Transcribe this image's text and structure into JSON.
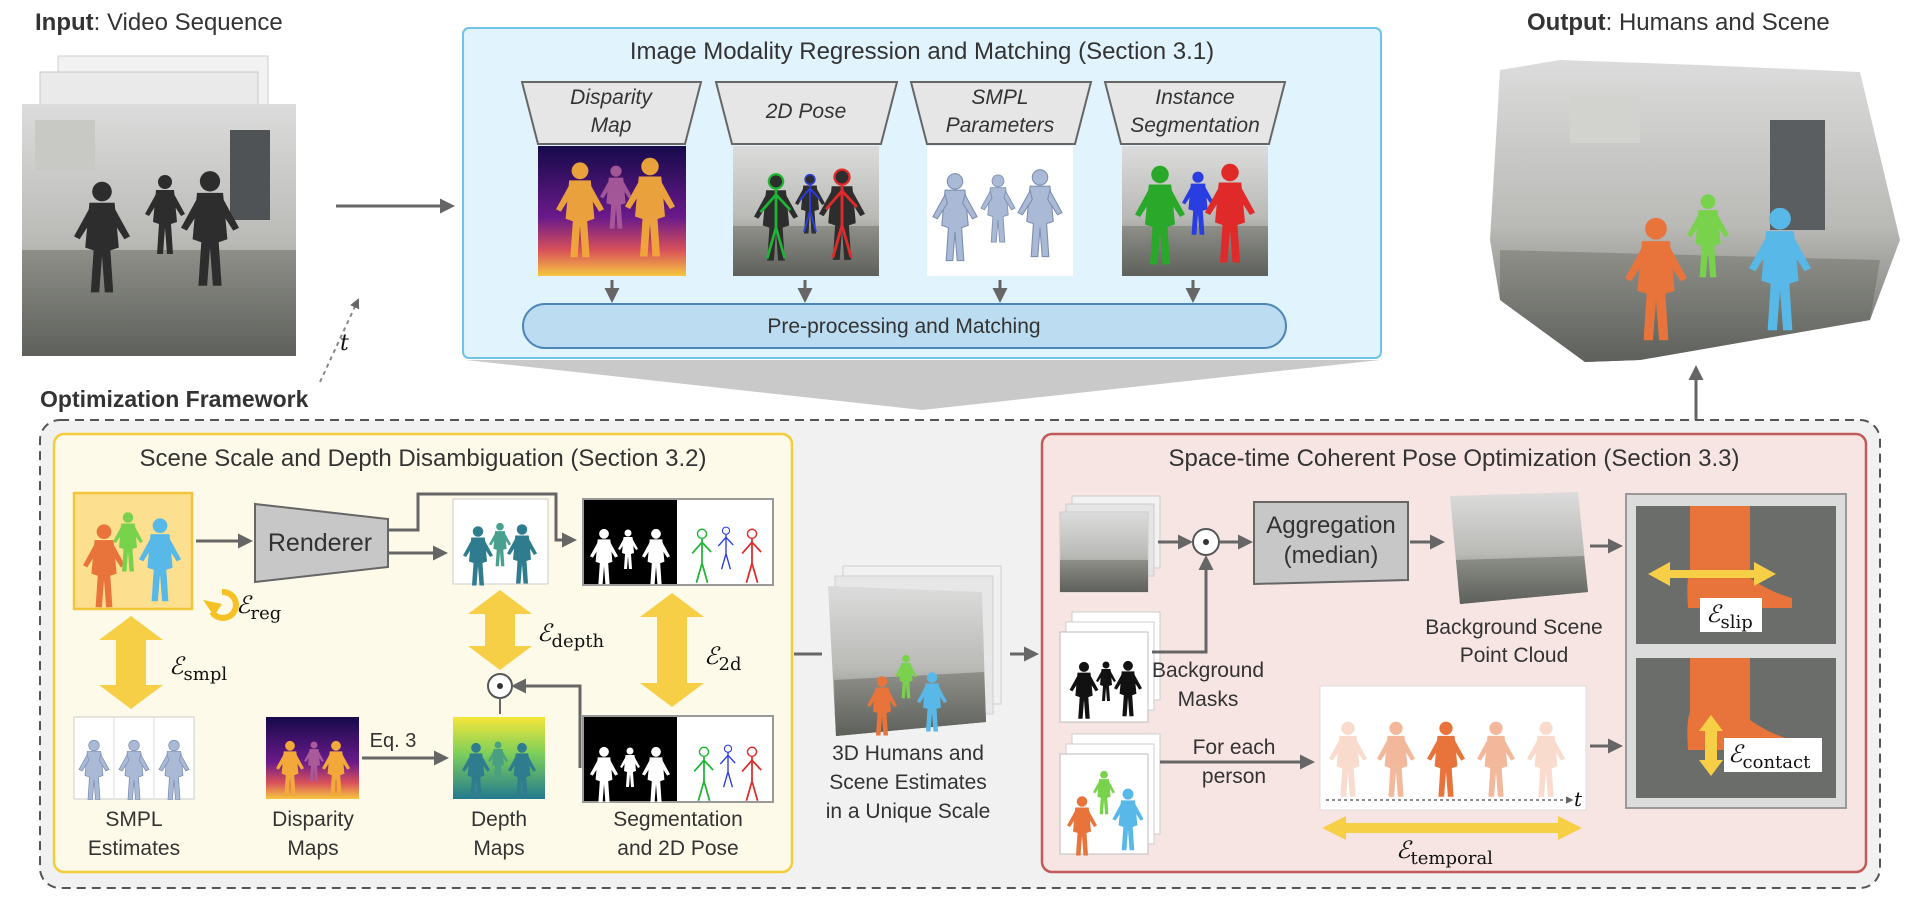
{
  "input": {
    "bold": "Input",
    "rest": ": Video Sequence",
    "time_label": "t"
  },
  "output": {
    "bold": "Output",
    "rest": ": Humans and Scene"
  },
  "regression": {
    "title": "Image Modality Regression and Matching (Section 3.1)",
    "modalities": [
      {
        "line1": "Disparity",
        "line2": "Map"
      },
      {
        "line1": "2D Pose",
        "line2": ""
      },
      {
        "line1": "SMPL",
        "line2": "Parameters"
      },
      {
        "line1": "Instance",
        "line2": "Segmentation"
      }
    ],
    "preprocess": "Pre-processing and Matching"
  },
  "framework": {
    "title": "Optimization Framework",
    "scene_scale": {
      "title": "Scene Scale and Depth Disambiguation (Section 3.2)",
      "renderer": "Renderer",
      "eq": "Eq. 3",
      "smpl_estimates": [
        "SMPL",
        "Estimates"
      ],
      "disparity_maps": [
        "Disparity",
        "Maps"
      ],
      "depth_maps": [
        "Depth",
        "Maps"
      ],
      "seg_pose": [
        "Segmentation",
        "and 2D Pose"
      ],
      "e_reg": "reg",
      "e_smpl": "smpl",
      "e_depth": "depth",
      "e_2d": "2d"
    },
    "middle": [
      "3D Humans and",
      "Scene Estimates",
      "in a Unique Scale"
    ],
    "spacetime": {
      "title": "Space-time Coherent Pose Optimization (Section 3.3)",
      "aggregation": [
        "Aggregation",
        "(median)"
      ],
      "bg_cloud": [
        "Background Scene",
        "Point Cloud"
      ],
      "bg_masks": [
        "Background",
        "Masks"
      ],
      "for_each": [
        "For each",
        "person"
      ],
      "time_label": "t",
      "e_slip": "slip",
      "e_contact": "contact",
      "e_temporal": "temporal"
    },
    "energy_symbol": "ℰ"
  },
  "colors": {
    "blue_panel": "#e1f3fc",
    "blue_border": "#6fc3e6",
    "yellow_panel": "#fdfae9",
    "yellow_border": "#f5cc3a",
    "yellow_arrow": "#f7cf47",
    "red_panel": "#f6e5e3",
    "red_border": "#c25a5a",
    "gray_arrow": "#666666",
    "human_orange": "#e8743b",
    "human_green": "#79d24c",
    "human_blue": "#58b9e8"
  }
}
